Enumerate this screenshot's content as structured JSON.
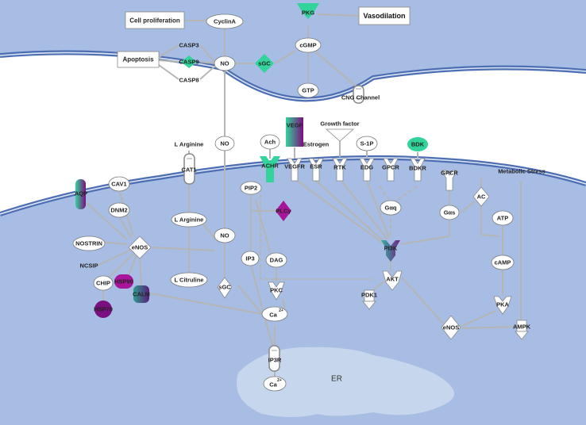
{
  "nodes": {
    "cell_proliferation": "Cell proliferation",
    "vasodilation": "Vasodilation",
    "apoptosis": "Apoptosis",
    "cyclina": "CyclinA",
    "pkg": "PKG",
    "casp3": "CASP3",
    "casp9": "CASP9",
    "casp8": "CASP8",
    "no_top": "NO",
    "sgc_top": "sGC",
    "cgmp": "cGMP",
    "gtp": "GTP",
    "cng": "CNG Channel",
    "vegf": "VEGF",
    "growth_factor": "Growth factor",
    "bdk": "BDK",
    "ach": "Ach",
    "estrogen": "Estrogen",
    "s1p": "S-1P",
    "l_arginine_top": "L Arginine",
    "no_mid": "NO",
    "cat1": "CAT1",
    "achr": "ACHR",
    "vegfr": "VEGFR",
    "esr": "ESR",
    "rtk": "RTK",
    "edg": "EDG",
    "gpcr1": "GPCR",
    "bdkr": "BDKR",
    "gpcr2": "GPCR",
    "metabolic_stress": "Metabolic Stress",
    "aqp": "AQP",
    "cav1": "CAV1",
    "dnm2": "DNM2",
    "pip2": "PIP2",
    "plcg": "PLCγ",
    "gaq": "Gαq",
    "gas": "Gαs",
    "ac": "AC",
    "l_arginine_mid": "L Arginine",
    "nostrin": "NOSTRIN",
    "enos_left": "eNOS",
    "ncsip": "NCSIP",
    "no_low": "NO",
    "ip3": "IP3",
    "dag": "DAG",
    "pi3k": "PI3K",
    "atp": "ATP",
    "chip": "CHIP",
    "hsp90": "HSP90",
    "calm": "CALM",
    "l_citruline": "L Citruline",
    "sgc_low": "sGC",
    "pkc": "PKC",
    "akt": "AKT",
    "camp": "cAMP",
    "hsp70": "HSP70",
    "pdk1": "PDK1",
    "pka": "PKA",
    "ca_low": "Ca",
    "ca_low_sup": "2+",
    "enos_right": "eNOS",
    "ampk": "AMPK",
    "ip3r": "IP3R",
    "ca_er": "Ca",
    "ca_er_sup": "2+",
    "er": "ER"
  },
  "colors": {
    "cytoplasm": "#a7bde3",
    "membrane": "#4e6eb4",
    "membrane_light": "#dbe6f5",
    "edge": "#b5b5b5",
    "er": "#c6d6ec",
    "teal": "#33d49b",
    "purple": "#7a0f80",
    "magenta": "#a8149a"
  }
}
